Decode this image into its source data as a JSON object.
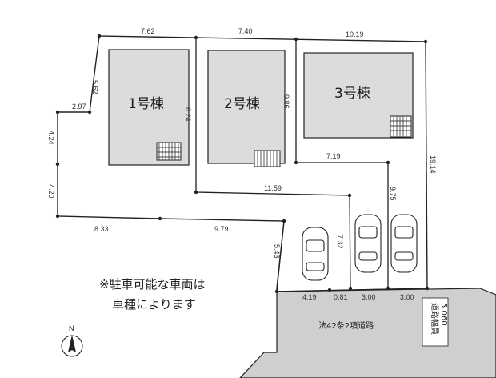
{
  "colors": {
    "building_fill": "#dcdcdc",
    "road_fill": "#cfcfcf",
    "line": "#222222",
    "stair": "#444444"
  },
  "buildings": [
    {
      "label": "1号棟"
    },
    {
      "label": "2号棟"
    },
    {
      "label": "3号棟"
    }
  ],
  "dimensions": {
    "top_1": "7.62",
    "top_2": "7.40",
    "top_3": "10.19",
    "left_upper": "5.62",
    "left_notch": "2.97",
    "left_mid": "4.24",
    "left_low": "4.20",
    "bottom_left": "8.33",
    "bottom_mid": "9.79",
    "inner_1": "6.24",
    "inner_2": "9.86",
    "mid_run": "11.59",
    "mid_3": "7.19",
    "right_side": "19.14",
    "drive_a": "9.75",
    "drive_b": "7.32",
    "drive_c": "5.43",
    "frontage_1": "4.19",
    "frontage_2": "0.81",
    "frontage_3": "3.00",
    "frontage_4": "3.00"
  },
  "note": {
    "line1": "※駐車可能な車両は",
    "line2": "車種によります"
  },
  "road": {
    "label": "法42条2項道路",
    "width_line1": "道路幅員",
    "width_line2": "5.060"
  },
  "compass": {
    "north_label": "N"
  },
  "icons": [
    "stair-icon",
    "car-icon",
    "compass-icon"
  ]
}
